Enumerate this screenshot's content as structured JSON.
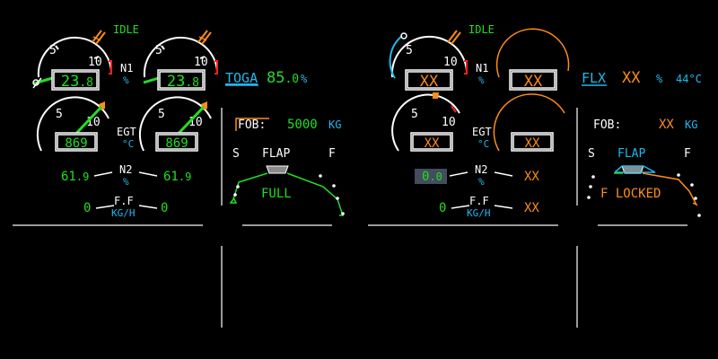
{
  "colors": {
    "green": "#22dd22",
    "amber": "#ff8c1a",
    "cyan": "#22b8ee",
    "white": "#ffffff",
    "red": "#ff2020",
    "grey": "#9a9a9a",
    "box_grey": "#444c5e"
  },
  "left": {
    "idle": "IDLE",
    "n1": {
      "label": "N1",
      "unit": "%",
      "eng1": {
        "int": "23",
        "dec": ".8"
      },
      "eng2": {
        "int": "23",
        "dec": ".8"
      },
      "scale": [
        "5",
        "10"
      ]
    },
    "egt": {
      "label": "EGT",
      "unit": "°C",
      "eng1": "869",
      "eng2": "869",
      "scale": [
        "5",
        "10"
      ]
    },
    "n2": {
      "label": "N2",
      "unit": "%",
      "eng1": {
        "int": "61",
        "dec": ".9"
      },
      "eng2": {
        "int": "61",
        "dec": ".9"
      }
    },
    "ff": {
      "label": "F.F",
      "unit": "KG/H",
      "eng1": "0",
      "eng2": "0"
    },
    "thrust": {
      "mode": "TOGA",
      "int": "85",
      "dec": ".0",
      "unit": "%"
    },
    "fob": {
      "label": "FOB:",
      "value": "5000",
      "unit": "KG"
    },
    "flap": {
      "s": "S",
      "label": "FLAP",
      "f": "F",
      "status": "FULL"
    }
  },
  "right": {
    "idle": "IDLE",
    "n1": {
      "label": "N1",
      "unit": "%",
      "eng1": "XX",
      "eng2": "XX",
      "scale": [
        "5",
        "10"
      ]
    },
    "egt": {
      "label": "EGT",
      "unit": "°C",
      "eng1": "XX",
      "eng2": "XX",
      "scale": [
        "5",
        "10"
      ]
    },
    "n2": {
      "label": "N2",
      "unit": "%",
      "eng1": {
        "int": "0",
        "dec": ".0"
      },
      "eng2": "XX"
    },
    "ff": {
      "label": "F.F",
      "unit": "KG/H",
      "eng1": "0",
      "eng2": "XX"
    },
    "thrust": {
      "mode": "FLX",
      "value": "XX",
      "unit": "%",
      "temp": "44°C"
    },
    "fob": {
      "label": "FOB:",
      "value": "XX",
      "unit": "KG"
    },
    "flap": {
      "s": "S",
      "label": "FLAP",
      "f": "F",
      "status": "F LOCKED"
    }
  }
}
